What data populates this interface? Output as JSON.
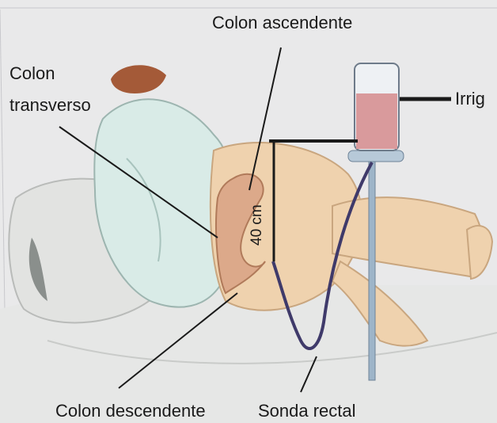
{
  "labels": {
    "colon_ascendente": "Colon ascendente",
    "colon_transverso_line1": "Colon",
    "colon_transverso_line2": "transverso",
    "irrigador": "Irrig",
    "distance": "40 cm",
    "colon_descendente": "Colon descendente",
    "sonda_rectal": "Sonda rectal"
  },
  "colors": {
    "background": "#e9e9ea",
    "skin": "#efd2ae",
    "gown": "#d9ebe7",
    "pillow": "#e2e3e1",
    "hair": "#a45a38",
    "colon": "#dca98a",
    "irrigator_fluid": "#d99a9c",
    "stand": "#9eb5c9",
    "tube": "#3f3a6a",
    "leader_line": "#1a1a1a"
  }
}
